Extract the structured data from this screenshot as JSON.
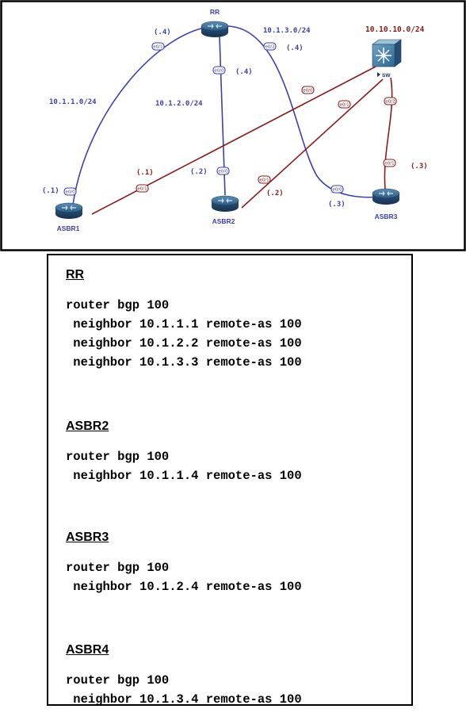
{
  "diagram": {
    "routers": {
      "rr": "RR",
      "asbr1": "ASBR1",
      "asbr2": "ASBR2",
      "asbr3": "ASBR3",
      "sw": "SW"
    },
    "networks": {
      "net_1": "10.1.1.0/24",
      "net_2": "10.1.2.0/24",
      "net_3": "10.1.3.0/24",
      "net_sw": "10.10.10.0/24"
    },
    "host_ids": {
      "rr_e01": "(.4)",
      "rr_e00": "(.4)",
      "rr_e02": "(.4)",
      "asbr1_e00": "(.1)",
      "asbr1_e01": "(.1)",
      "asbr2_e00": "(.2)",
      "asbr2_e01": "(.2)",
      "asbr3_e00": "(.3)",
      "asbr3_e01": "(.3)"
    },
    "interfaces": {
      "rr_e01": "e0/1",
      "rr_e00": "e0/0",
      "rr_e02": "e0/2",
      "asbr1_e00": "e0/0",
      "asbr1_e01": "e0/1",
      "asbr2_e00": "e0/0",
      "asbr2_e01": "e0/1",
      "asbr3_e00": "e0/0",
      "asbr3_e01": "e0/1",
      "sw_e00": "e0/0",
      "sw_e01": "e0/1",
      "sw_e02": "e0/2"
    },
    "colors": {
      "ibgp_links": "#3b3fb0",
      "sw_links": "#8b1a1a"
    },
    "icons": {
      "router": "router-icon",
      "switch": "layer3-switch-icon"
    }
  },
  "config": {
    "rr": {
      "heading": "RR",
      "lines": [
        "router bgp 100",
        " neighbor 10.1.1.1 remote-as 100",
        " neighbor 10.1.2.2 remote-as 100",
        " neighbor 10.1.3.3 remote-as 100"
      ]
    },
    "asbr2": {
      "heading": "ASBR2",
      "lines": [
        "router bgp 100",
        " neighbor 10.1.1.4 remote-as 100"
      ]
    },
    "asbr3": {
      "heading": "ASBR3",
      "lines": [
        "router bgp 100",
        " neighbor 10.1.2.4 remote-as 100"
      ]
    },
    "asbr4": {
      "heading": "ASBR4",
      "lines": [
        "router bgp 100",
        " neighbor 10.1.3.4 remote-as 100"
      ]
    }
  }
}
